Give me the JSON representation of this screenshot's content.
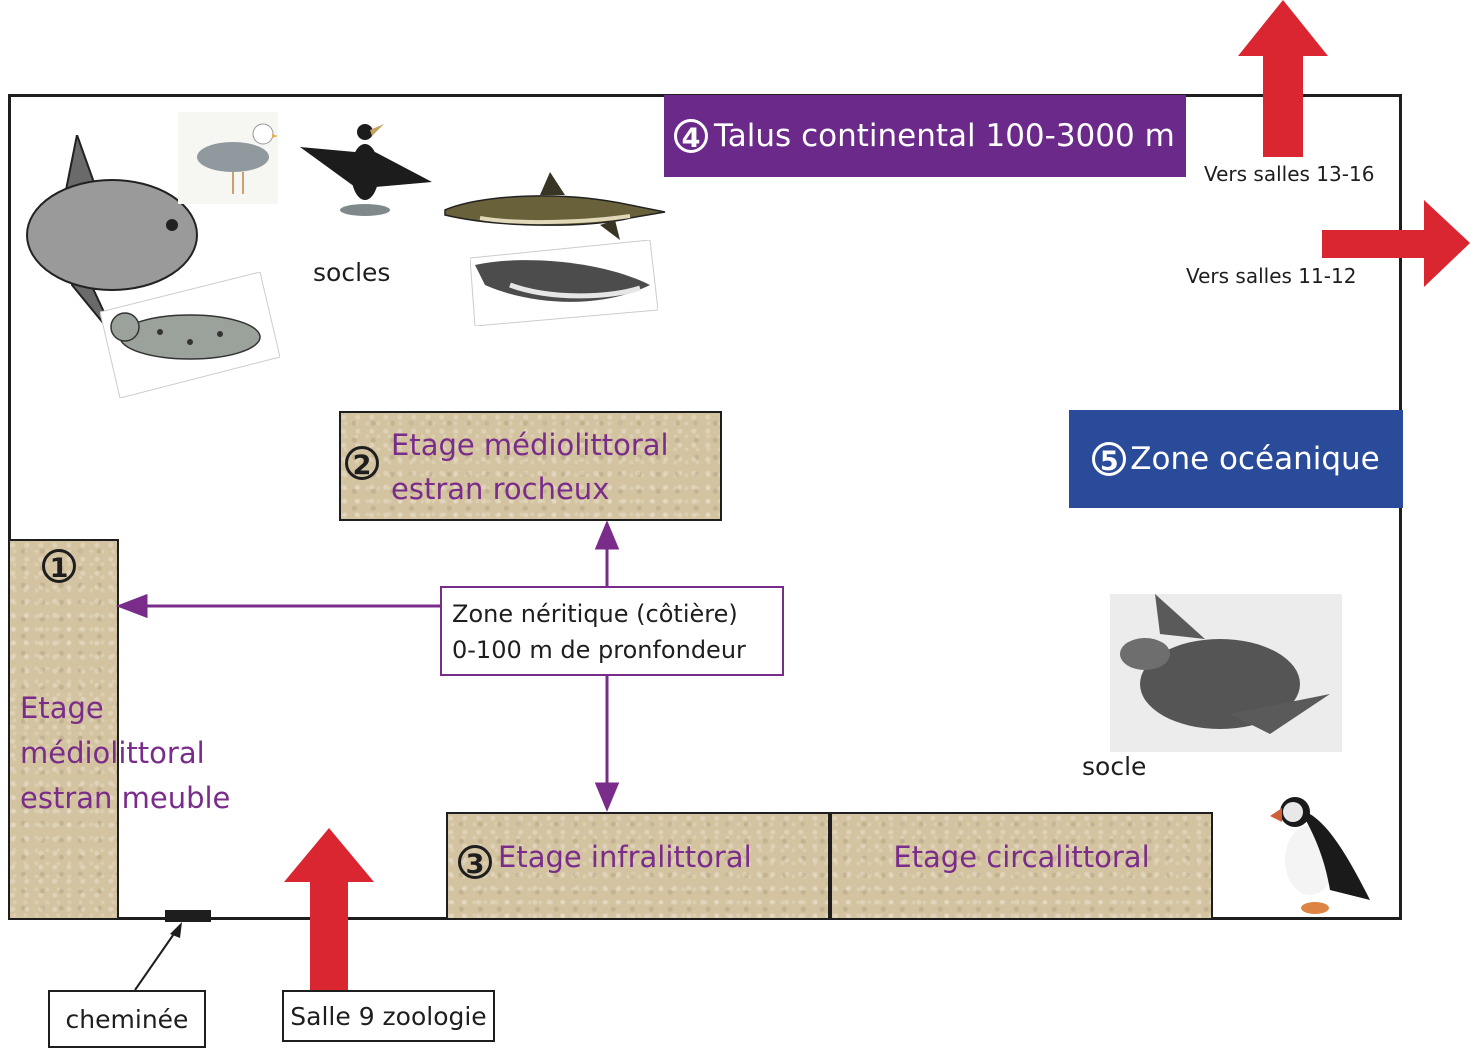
{
  "zone4": {
    "number": "4",
    "label": "Talus continental 100-3000 m",
    "color": "#6b2a8a"
  },
  "zone5": {
    "number": "5",
    "label": "Zone océanique",
    "color": "#2a4a9a"
  },
  "zone1": {
    "number": "1",
    "label_line1": "Etage",
    "label_line2": "médiolittoral",
    "label_line3": "estran meuble"
  },
  "zone2": {
    "number": "2",
    "label_line1": "Etage médiolittoral",
    "label_line2": "estran rocheux"
  },
  "zone3": {
    "number": "3",
    "label": "Etage infralittoral"
  },
  "circalittoral": {
    "label": "Etage circalittoral"
  },
  "neritic": {
    "line1": "Zone néritique (côtière)",
    "line2": "0-100 m de pronfondeur"
  },
  "exits": {
    "up_label": "Vers salles 13-16",
    "right_label": "Vers salles 11-12",
    "entrance_label": "Salle 9 zoologie",
    "arrow_color": "#d92630"
  },
  "fireplace_label": "cheminée",
  "pedestals_label": "socles",
  "pedestal_label": "socle",
  "accent_purple": "#7a2c8a",
  "stone_color": "#d3c3a0",
  "animals": [
    "sunfish",
    "gull",
    "cormorant",
    "dolphin",
    "seal",
    "porpoise",
    "leatherback-turtle",
    "puffin"
  ]
}
